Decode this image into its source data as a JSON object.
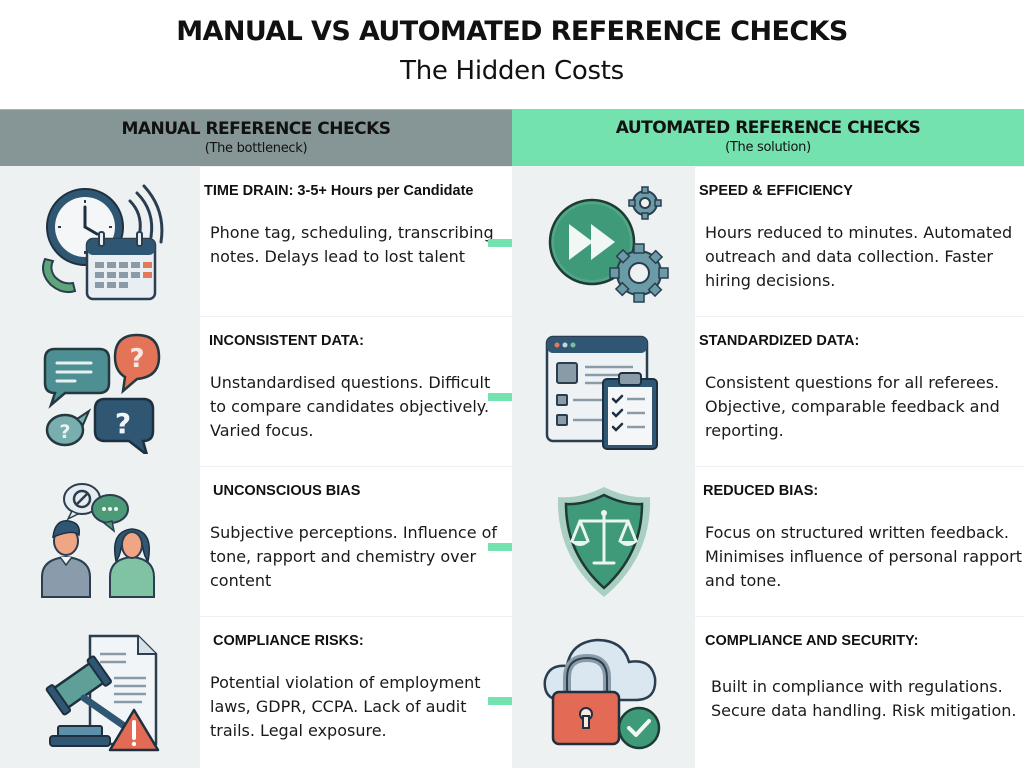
{
  "page": {
    "title": "MANUAL VS AUTOMATED REFERENCE CHECKS",
    "subtitle": "The Hidden Costs"
  },
  "columns": {
    "manual": {
      "title": "MANUAL REFERENCE CHECKS",
      "subtitle": "(The bottleneck)",
      "color": "#869696"
    },
    "automated": {
      "title": "AUTOMATED REFERENCE CHECKS",
      "subtitle": "(The solution)",
      "color": "#74e2ae"
    }
  },
  "rows": [
    {
      "manual": {
        "icon": "clock-calendar-phone-icon",
        "heading": "TIME DRAIN: 3-5+ Hours per Candidate",
        "body": "Phone tag, scheduling, transcribing notes. Delays lead to lost talent"
      },
      "automated": {
        "icon": "fast-forward-gears-icon",
        "heading": "SPEED & EFFICIENCY",
        "body": "Hours reduced to minutes. Automated outreach and data collection. Faster hiring decisions."
      }
    },
    {
      "manual": {
        "icon": "question-speech-bubbles-icon",
        "heading": "INCONSISTENT DATA:",
        "body": "Unstandardised questions. Difficult to compare candidates objectively. Varied focus."
      },
      "automated": {
        "icon": "form-checklist-clipboard-icon",
        "heading": "STANDARDIZED DATA:",
        "body": "Consistent questions for all referees. Objective, comparable feedback and reporting."
      }
    },
    {
      "manual": {
        "icon": "two-people-conversation-icon",
        "heading": "UNCONSCIOUS BIAS",
        "body": "Subjective perceptions. Influence of tone, rapport and chemistry over content"
      },
      "automated": {
        "icon": "shield-scales-icon",
        "heading": "REDUCED BIAS:",
        "body": "Focus on structured written feedback. Minimises influence of personal rapport and tone."
      }
    },
    {
      "manual": {
        "icon": "gavel-document-warning-icon",
        "heading": "COMPLIANCE RISKS:",
        "body": "Potential violation of employment laws, GDPR, CCPA. Lack of audit trails. Legal exposure."
      },
      "automated": {
        "icon": "cloud-lock-check-icon",
        "heading": "COMPLIANCE AND SECURITY:",
        "body": "Built in compliance with regulations. Secure data handling. Risk mitigation."
      }
    }
  ],
  "colors": {
    "arrow": "#74e2ae",
    "icon_panel_bg": "#edf1f2"
  }
}
